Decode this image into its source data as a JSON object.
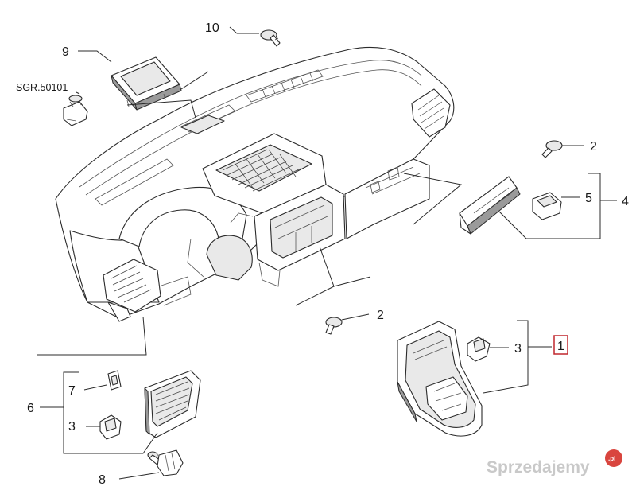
{
  "callouts": {
    "c10": "10",
    "c9": "9",
    "sgr": "SGR.50101",
    "c2_top": "2",
    "c5": "5",
    "c4": "4",
    "c2_mid": "2",
    "c3_right": "3",
    "c1": "1",
    "c7": "7",
    "c6": "6",
    "c3_left": "3",
    "c8": "8"
  },
  "watermark": {
    "text": "Sprzedajemy",
    "badge": ".pl"
  },
  "colors": {
    "highlight_box": "#c0272d",
    "watermark": "#c9c9c9",
    "watermark_badge": "#d9453e",
    "line": "#2b2b2b"
  }
}
